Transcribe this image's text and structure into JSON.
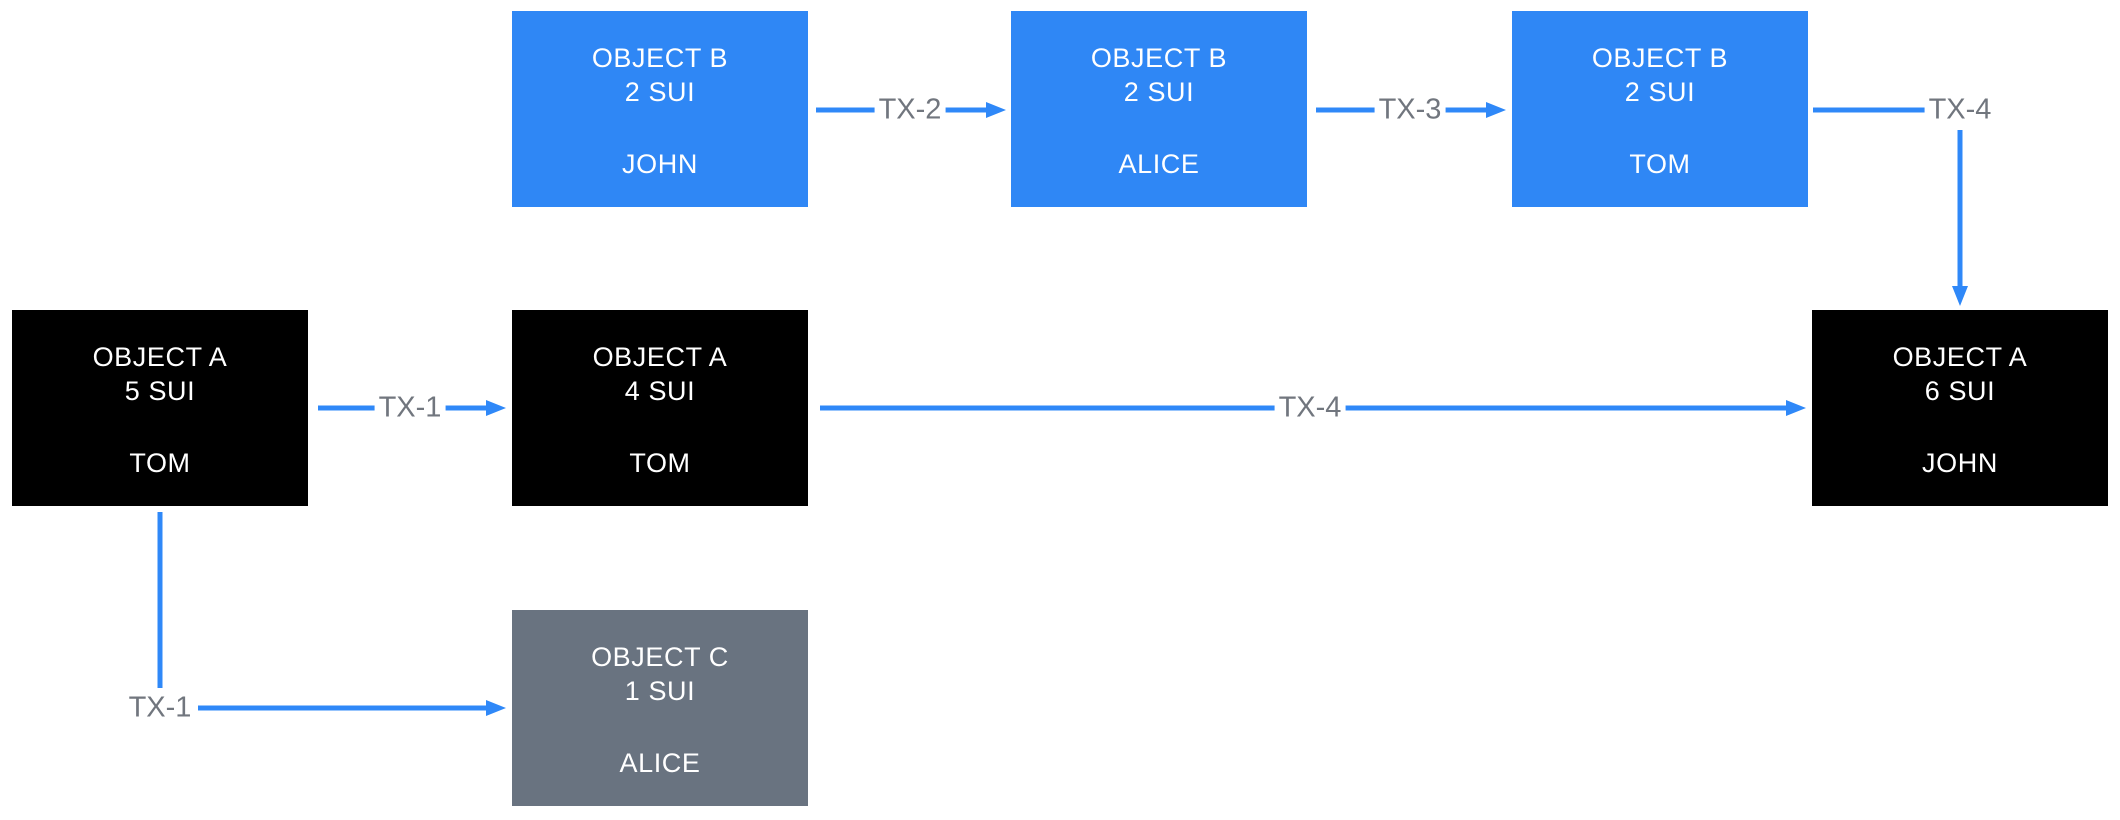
{
  "colors": {
    "node_blue": "#2F87F5",
    "node_black": "#000000",
    "node_gray": "#697380",
    "arrow": "#2F88F8",
    "edge_label": "#71767E",
    "node_text": "#FFFFFF"
  },
  "nodes": [
    {
      "id": "object-b-john",
      "variant": "blue",
      "object": "OBJECT B",
      "amount": "2 SUI",
      "owner": "JOHN"
    },
    {
      "id": "object-b-alice",
      "variant": "blue",
      "object": "OBJECT B",
      "amount": "2 SUI",
      "owner": "ALICE"
    },
    {
      "id": "object-b-tom",
      "variant": "blue",
      "object": "OBJECT B",
      "amount": "2 SUI",
      "owner": "TOM"
    },
    {
      "id": "object-a-5-tom",
      "variant": "black",
      "object": "OBJECT A",
      "amount": "5 SUI",
      "owner": "TOM"
    },
    {
      "id": "object-a-4-tom",
      "variant": "black",
      "object": "OBJECT A",
      "amount": "4 SUI",
      "owner": "TOM"
    },
    {
      "id": "object-a-6-john",
      "variant": "black",
      "object": "OBJECT A",
      "amount": "6 SUI",
      "owner": "JOHN"
    },
    {
      "id": "object-c-alice",
      "variant": "gray",
      "object": "OBJECT C",
      "amount": "1 SUI",
      "owner": "ALICE"
    }
  ],
  "edges": [
    {
      "label": "TX-1",
      "from": "object-a-5-tom",
      "to": "object-a-4-tom"
    },
    {
      "label": "TX-1",
      "from": "object-a-5-tom",
      "to": "object-c-alice"
    },
    {
      "label": "TX-2",
      "from": "object-b-john",
      "to": "object-b-alice"
    },
    {
      "label": "TX-3",
      "from": "object-b-alice",
      "to": "object-b-tom"
    },
    {
      "label": "TX-4",
      "from": "object-b-tom",
      "to": "object-a-6-john"
    },
    {
      "label": "TX-4",
      "from": "object-a-4-tom",
      "to": "object-a-6-john"
    }
  ]
}
